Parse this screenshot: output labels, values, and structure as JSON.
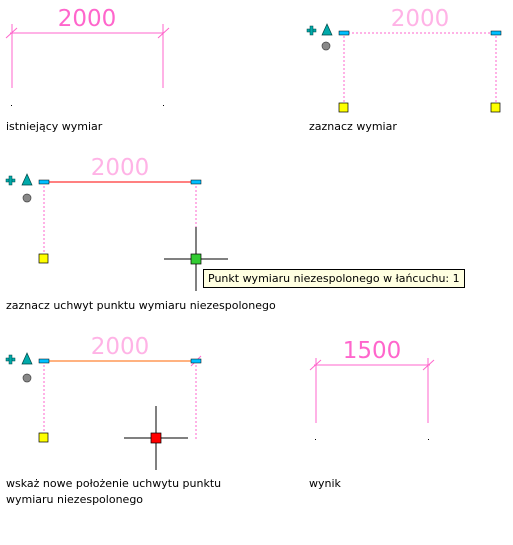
{
  "colors": {
    "dimension": "#ff66cc",
    "dimension_faded": "#ffb3e6",
    "grip_blue": "#00c0ff",
    "grip_hot": "#ff0000",
    "grip_selected": "#33cc33",
    "endpoint_marker": "#ffff00",
    "highlight_line": "#ff0000",
    "highlight_line_alt": "#ff6600",
    "tooltip_bg": "#ffffe1",
    "plus_icon": "#00aaaa",
    "triangle_icon": "#00aaaa",
    "circle_icon": "#888888"
  },
  "panels": [
    {
      "id": "existing",
      "dimension_value": "2000",
      "caption": "istniejący wymiar"
    },
    {
      "id": "select",
      "dimension_value": "2000",
      "caption": "zaznacz wymiar"
    },
    {
      "id": "grip",
      "dimension_value": "2000",
      "caption": "zaznacz uchwyt punktu wymiaru niezespolonego"
    },
    {
      "id": "move",
      "dimension_value": "2000",
      "caption_line1": "wskaż nowe położenie uchwytu punktu",
      "caption_line2": "wymiaru niezespolonego"
    },
    {
      "id": "result",
      "dimension_value": "1500",
      "caption": "wynik"
    }
  ],
  "tooltip": {
    "text": "Punkt wymiaru niezespolonego w łańcuchu: 1"
  }
}
